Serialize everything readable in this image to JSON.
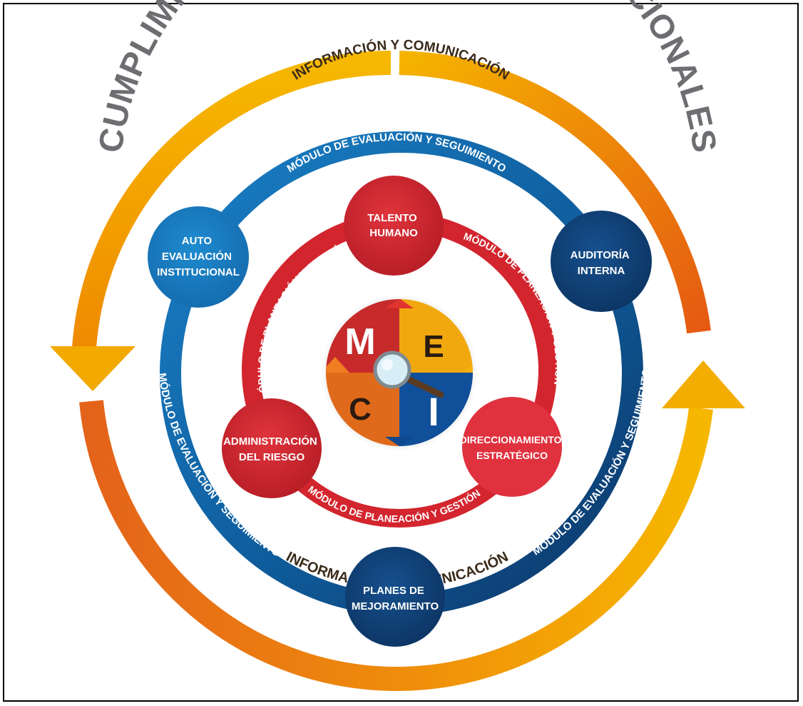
{
  "title": "CUMPLIMIENTO DE OBJETIVOS INSTITUCIONALES",
  "outer_ring": {
    "top_label": "INFORMACIÓN Y COMUNICACIÓN",
    "bottom_label": "INFORMACIÓN Y COMUNICACIÓN"
  },
  "blue_ring": {
    "top_label": "MÓDULO DE EVALUACIÓN Y SEGUIMIENTO",
    "left_label": "MÓDULO DE EVALUACIÓN Y SEGUIMIENTO",
    "right_label": "MÓDULO DE EVALUACIÓN Y SEGUIMIENTO"
  },
  "red_ring": {
    "top_left_label": "MÓDULO DE PLANEACIÓN Y GESTIÓN",
    "top_right_label": "MÓDULO DE PLANEACIÓN Y GESTIÓN",
    "bottom_label": "MÓDULO DE PLANEACIÓN Y GESTIÓN"
  },
  "blue_nodes": {
    "auto": [
      "AUTO",
      "EVALUACIÓN",
      "INSTITUCIONAL"
    ],
    "auditoria": [
      "AUDITORÍA",
      "INTERNA"
    ],
    "planes": [
      "PLANES DE",
      "MEJORAMIENTO"
    ]
  },
  "red_nodes": {
    "talento": [
      "TALENTO",
      "HUMANO"
    ],
    "riesgo": [
      "ADMINISTRACIÓN",
      "DEL RIESGO"
    ],
    "direccionamiento": [
      "DIRECCIONAMIENTO",
      "ESTRATÉGICO"
    ]
  },
  "center": {
    "letters": {
      "m": "M",
      "e": "E",
      "c": "C",
      "i": "I"
    }
  },
  "colors": {
    "orange_light": "#f5b400",
    "orange_dark": "#e8620f",
    "blue_light": "#1478bf",
    "blue_dark": "#0d3a6b",
    "red": "#d7262f",
    "red_dark": "#b21e26",
    "title_gray": "#6d6e71"
  }
}
